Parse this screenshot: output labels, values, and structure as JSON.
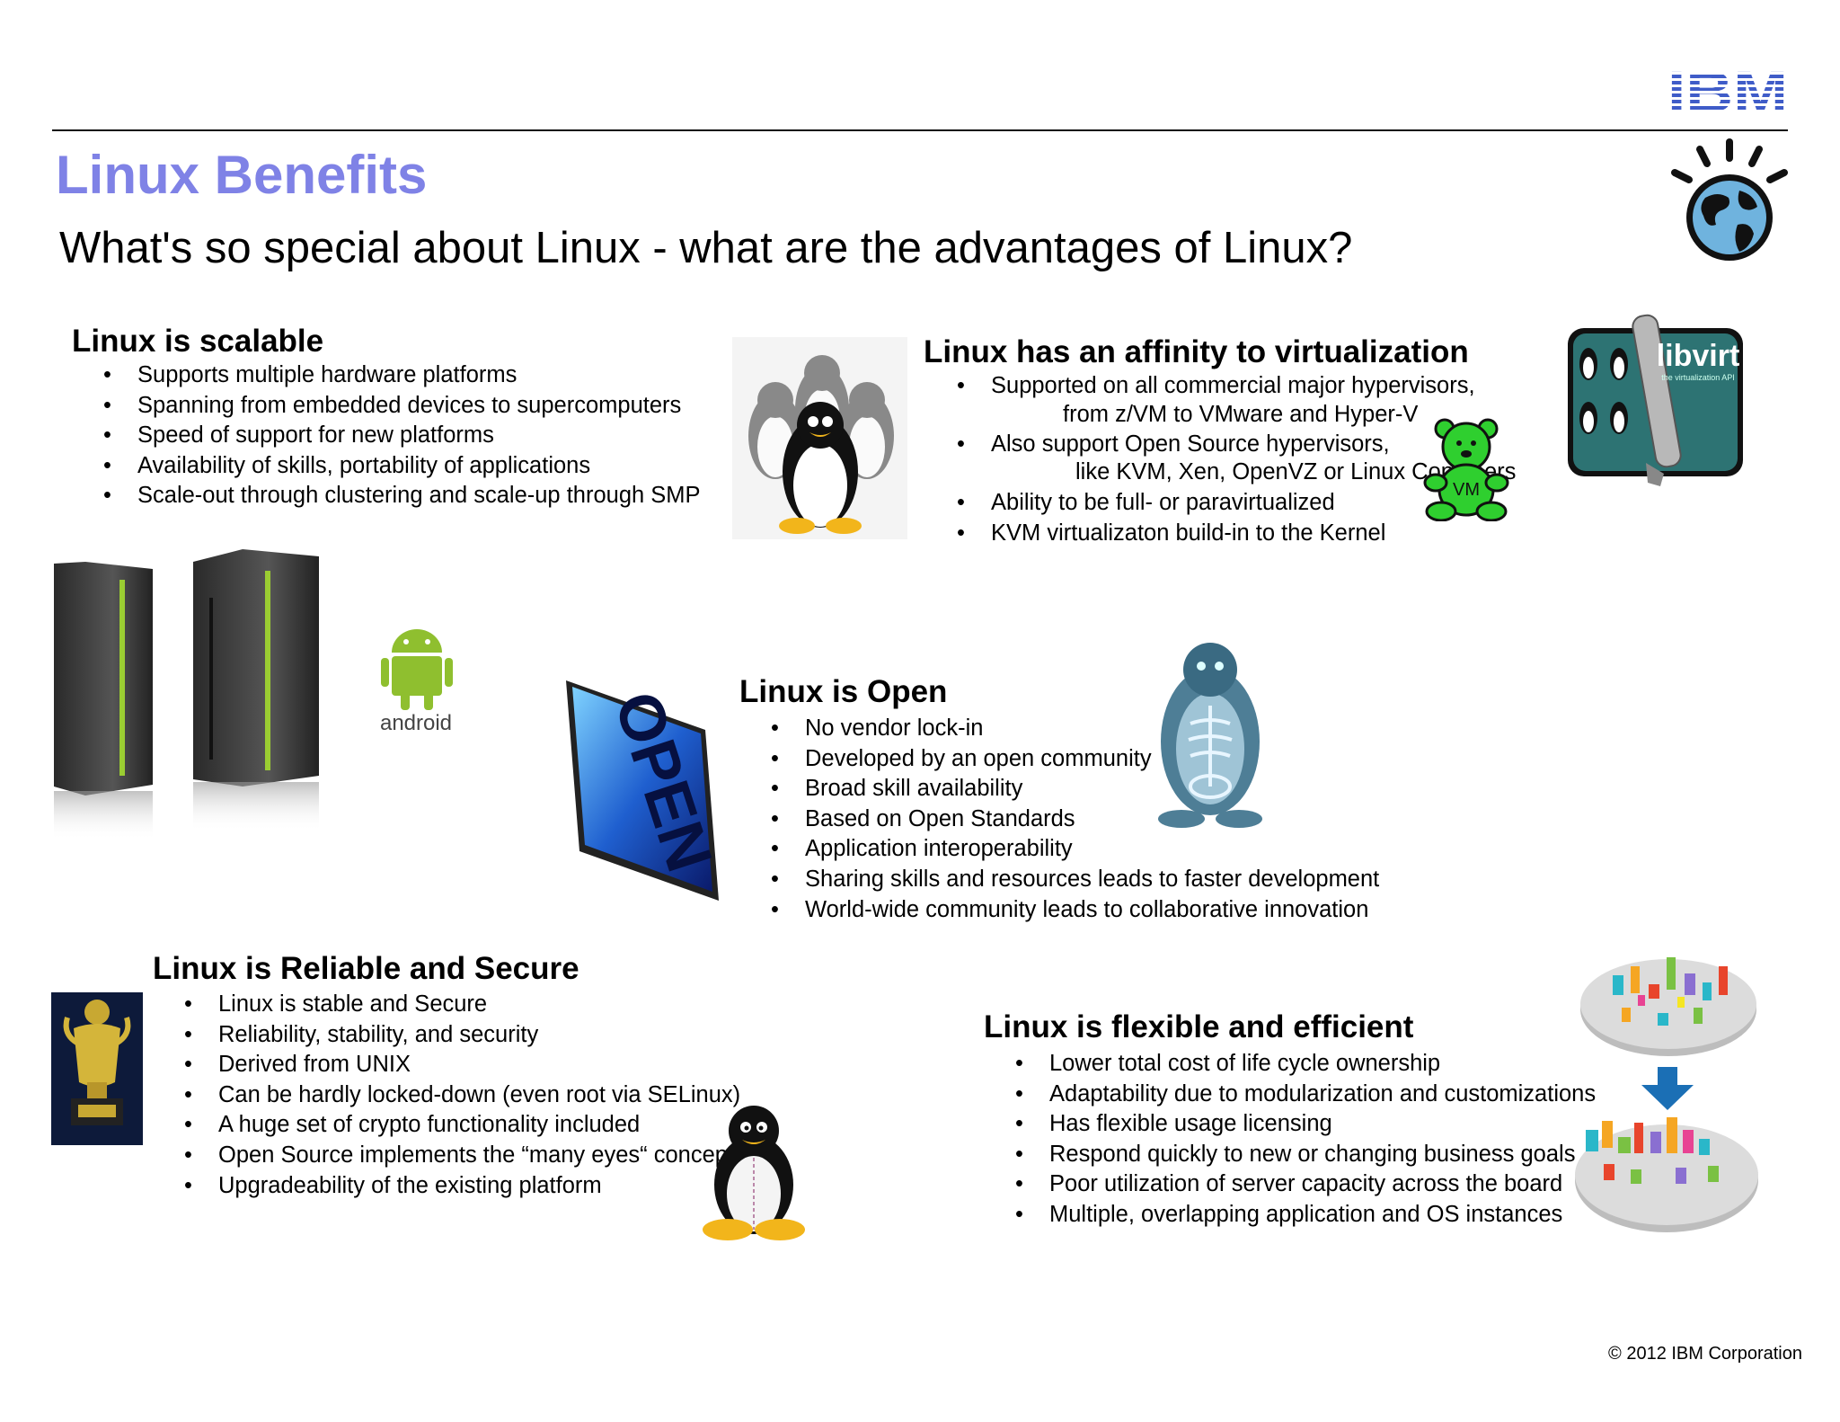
{
  "header": {
    "logo_text": "IBM",
    "title": "Linux Benefits",
    "subtitle": "What's so special about Linux - what are the advantages of Linux?"
  },
  "sections": {
    "scalable": {
      "heading": "Linux is scalable",
      "bullets": [
        "Supports multiple hardware platforms",
        "Spanning from embedded devices to supercomputers",
        "Speed of support for new platforms",
        "Availability of skills, portability of applications",
        "Scale-out through clustering and scale-up through SMP"
      ]
    },
    "virtualization": {
      "heading": "Linux has an affinity to virtualization",
      "bullet1": "Supported on all commercial major hypervisors,",
      "bullet1_cont": "from z/VM to VMware and Hyper-V",
      "bullet2": "Also support Open Source hypervisors,",
      "bullet2_cont": "like KVM, Xen, OpenVZ or Linux Conainers",
      "bullet3": "Ability to be full- or paravirtualized",
      "bullet4": "KVM virtualizaton build-in to the Kernel"
    },
    "open": {
      "heading": "Linux is Open",
      "bullets": [
        "No vendor lock-in",
        "Developed by an open community",
        "Broad skill availability",
        "Based on Open Standards",
        "Application interoperability",
        "Sharing skills and resources leads to faster development",
        "World-wide community leads to collaborative innovation"
      ]
    },
    "reliable": {
      "heading": "Linux is Reliable and Secure",
      "bullets": [
        "Linux is stable and Secure",
        "Reliability, stability, and security",
        "Derived from UNIX",
        "Can be hardly locked-down (even root via SELinux)",
        "A huge set of crypto functionality included",
        "Open Source implements the “many eyes“ concept",
        "Upgradeability of the existing platform"
      ]
    },
    "flexible": {
      "heading": "Linux is flexible and efficient",
      "bullets": [
        "Lower total cost of life cycle ownership",
        "Adaptability due to modularization and customizations",
        "Has flexible usage licensing",
        "Respond quickly to new or changing business goals",
        "Poor utilization of server capacity across the board",
        "Multiple, overlapping application and OS instances"
      ]
    }
  },
  "images": {
    "android_text": "android",
    "libvirt_text": "libvirt",
    "libvirt_sub": "the virtualization API",
    "open_sign_text": "OPEN",
    "bear_text": "VM"
  },
  "colors": {
    "title": "#7f82e6",
    "ibm_blue": "#3f5cc8",
    "android_green": "#8fbf2f"
  },
  "footer": {
    "copyright": "© 2012 IBM Corporation"
  }
}
